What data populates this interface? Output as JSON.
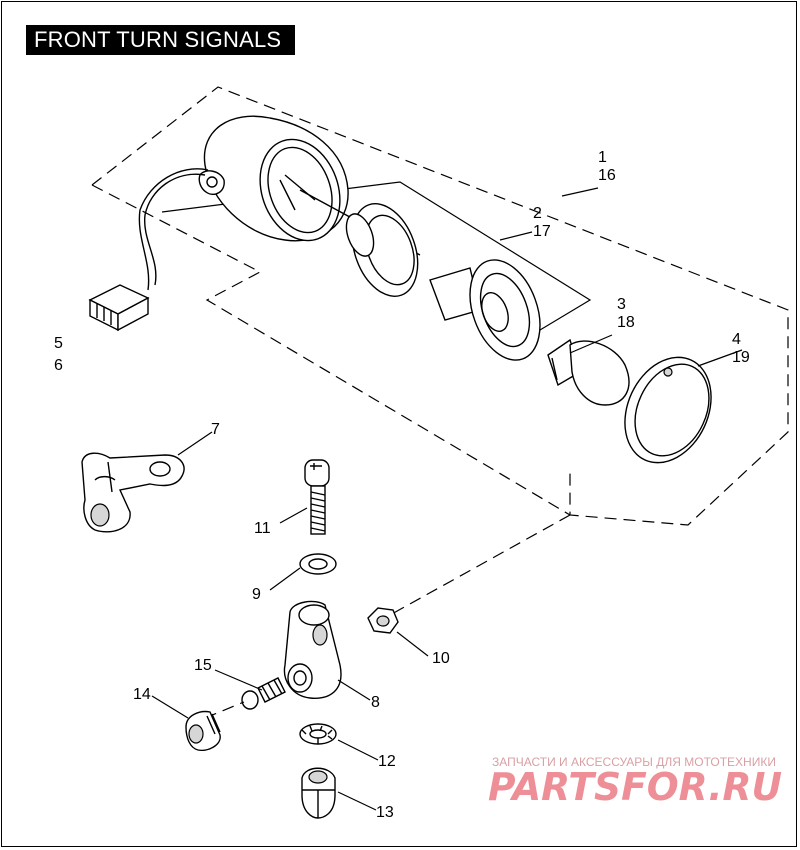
{
  "title": "FRONT TURN SIGNALS",
  "callouts": [
    {
      "id": "c-1-16",
      "lines": [
        "1",
        "16"
      ]
    },
    {
      "id": "c-2-17",
      "lines": [
        "2",
        "17"
      ]
    },
    {
      "id": "c-3-18",
      "lines": [
        "3",
        "18"
      ]
    },
    {
      "id": "c-4-19",
      "lines": [
        "4",
        "19"
      ]
    },
    {
      "id": "c-5-6",
      "lines": [
        "5",
        "6"
      ]
    },
    {
      "id": "c-7",
      "lines": [
        "7"
      ]
    },
    {
      "id": "c-8",
      "lines": [
        "8"
      ]
    },
    {
      "id": "c-9",
      "lines": [
        "9"
      ]
    },
    {
      "id": "c-10",
      "lines": [
        "10"
      ]
    },
    {
      "id": "c-11",
      "lines": [
        "11"
      ]
    },
    {
      "id": "c-12",
      "lines": [
        "12"
      ]
    },
    {
      "id": "c-13",
      "lines": [
        "13"
      ]
    },
    {
      "id": "c-14",
      "lines": [
        "14"
      ]
    },
    {
      "id": "c-15",
      "lines": [
        "15"
      ]
    }
  ],
  "watermark": {
    "tagline": "ЗАПЧАСТИ И АКСЕССУАРЫ ДЛЯ МОТОТЕХНИКИ",
    "brand": "PARTSFOR.RU",
    "color": "#ee8e96"
  }
}
